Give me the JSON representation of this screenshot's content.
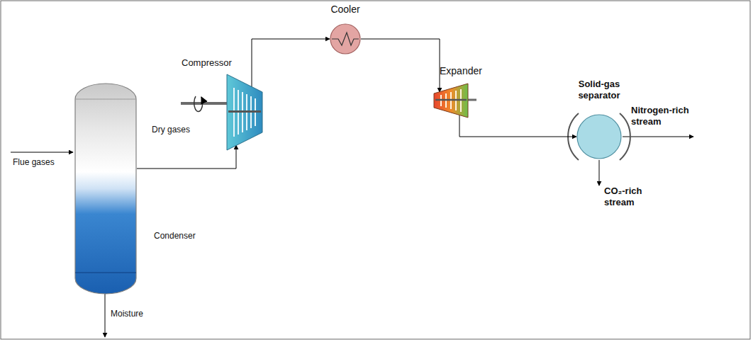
{
  "diagram": {
    "nodes": [
      {
        "text": [
          "Condenser"
        ]
      },
      {
        "text": [
          "Compressor"
        ]
      },
      {
        "text": [
          "Cooler"
        ]
      },
      {
        "text": [
          "Expander"
        ]
      },
      {
        "text": [
          "Solid-gas separator"
        ]
      }
    ],
    "edges": [
      {
        "from": 0,
        "to": 1,
        "arrow": "to",
        "label": "Dry gases"
      },
      {
        "from": 1,
        "to": 2,
        "arrow": "to"
      },
      {
        "from": 2,
        "to": 3,
        "arrow": "to"
      },
      {
        "from": 3,
        "to": 4,
        "arrow": "to"
      }
    ],
    "labels": [
      "Flue gases",
      "Nitrogen-rich stream",
      "CO₂-rich stream",
      "Moisture"
    ]
  }
}
